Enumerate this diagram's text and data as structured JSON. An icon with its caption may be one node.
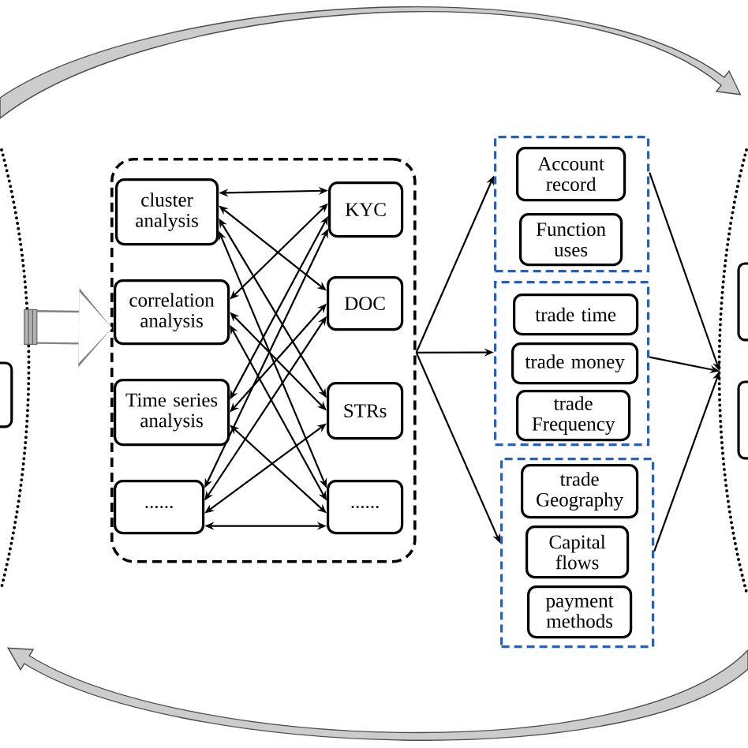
{
  "diagram": {
    "nodes": [
      {
        "text": [],
        "shape": "ellipse"
      },
      {
        "text": [],
        "shape": "box",
        "in": 0
      },
      {
        "text": [],
        "shape": "box"
      },
      {
        "text": [
          "cluster analysis"
        ],
        "in": 2
      },
      {
        "text": [
          "correlation analysis"
        ],
        "in": 2
      },
      {
        "text": [
          "Time series analysis"
        ],
        "in": 2
      },
      {
        "text": [
          "......"
        ],
        "in": 2
      },
      {
        "text": [
          "KYC"
        ],
        "in": 2
      },
      {
        "text": [
          "DOC"
        ],
        "in": 2
      },
      {
        "text": [
          "STRs"
        ],
        "in": 2
      },
      {
        "text": [
          "......"
        ],
        "in": 2
      },
      {
        "text": [],
        "shape": "box"
      },
      {
        "text": [
          "Account record"
        ],
        "in": 11
      },
      {
        "text": [
          "Function uses"
        ],
        "in": 11
      },
      {
        "text": [],
        "shape": "box"
      },
      {
        "text": [
          "trade time"
        ],
        "in": 14
      },
      {
        "text": [
          "trade money"
        ],
        "in": 14
      },
      {
        "text": [
          "trade Frequency"
        ],
        "in": 14
      },
      {
        "text": [],
        "shape": "box"
      },
      {
        "text": [
          "trade Geography"
        ],
        "in": 18
      },
      {
        "text": [
          "Capital flows"
        ],
        "in": 18
      },
      {
        "text": [
          "payment methods"
        ],
        "in": 18
      },
      {
        "text": [],
        "shape": "ellipse"
      },
      {
        "text": [],
        "shape": "box",
        "in": 22
      },
      {
        "text": [],
        "shape": "box",
        "in": 22
      }
    ],
    "edges": [
      {
        "from": 0,
        "to": 2,
        "arrow": "to",
        "color": "#808080"
      },
      {
        "from": 3,
        "to": 7,
        "arrow": "both"
      },
      {
        "from": 3,
        "to": 8,
        "arrow": "both"
      },
      {
        "from": 3,
        "to": 9,
        "arrow": "both"
      },
      {
        "from": 3,
        "to": 10,
        "arrow": "both"
      },
      {
        "from": 4,
        "to": 7,
        "arrow": "both"
      },
      {
        "from": 4,
        "to": 9,
        "arrow": "both"
      },
      {
        "from": 4,
        "to": 10,
        "arrow": "both"
      },
      {
        "from": 5,
        "to": 7,
        "arrow": "both"
      },
      {
        "from": 5,
        "to": 8,
        "arrow": "both"
      },
      {
        "from": 5,
        "to": 10,
        "arrow": "both"
      },
      {
        "from": 6,
        "to": 7,
        "arrow": "both"
      },
      {
        "from": 6,
        "to": 8,
        "arrow": "both"
      },
      {
        "from": 6,
        "to": 9,
        "arrow": "both"
      },
      {
        "from": 6,
        "to": 10,
        "arrow": "both"
      },
      {
        "from": 2,
        "to": 11,
        "arrow": "to"
      },
      {
        "from": 2,
        "to": 14,
        "arrow": "to"
      },
      {
        "from": 2,
        "to": 18,
        "arrow": "to"
      },
      {
        "from": 11,
        "to": 22,
        "arrow": "to"
      },
      {
        "from": 14,
        "to": 22,
        "arrow": "to"
      },
      {
        "from": 18,
        "to": 22,
        "arrow": "to"
      }
    ]
  }
}
